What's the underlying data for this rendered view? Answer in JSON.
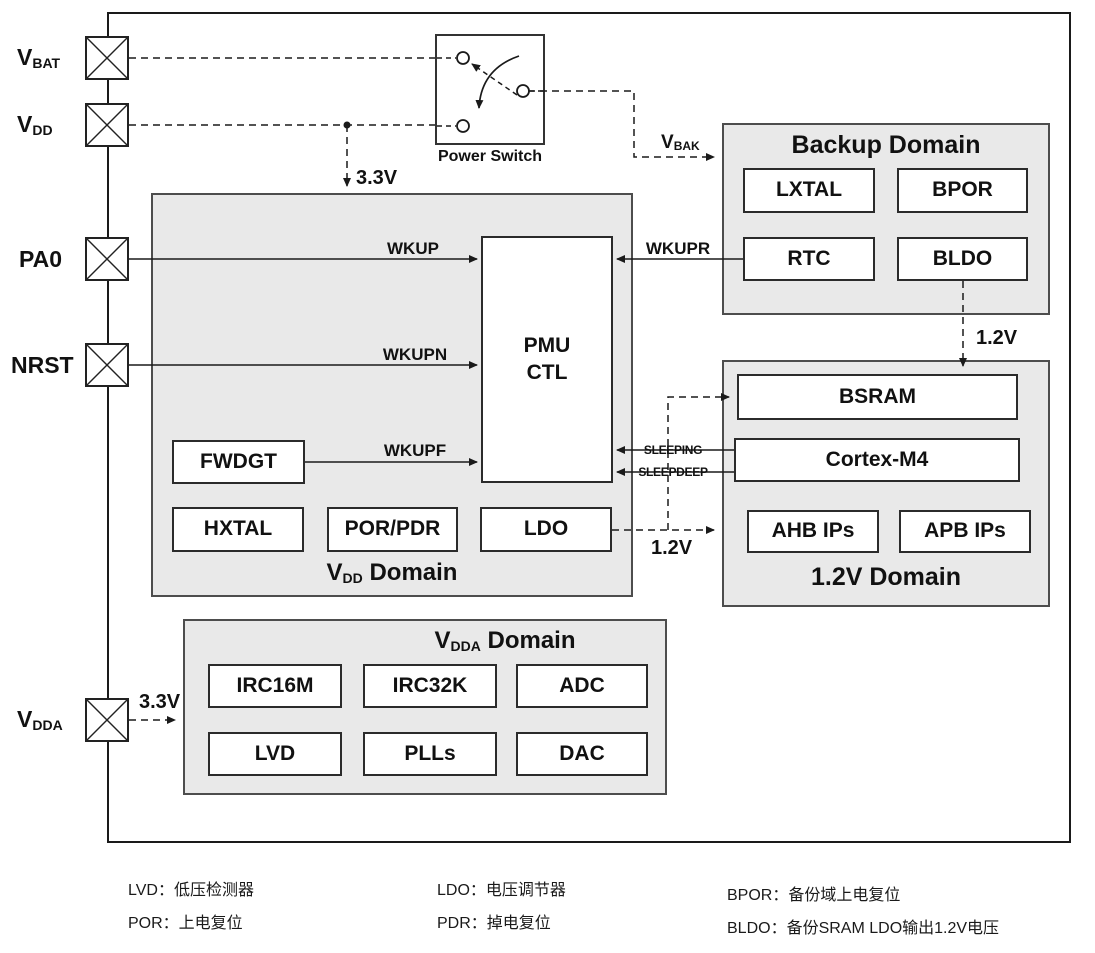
{
  "pins": [
    {
      "main": "V",
      "sub": "BAT"
    },
    {
      "main": "V",
      "sub": "DD"
    },
    {
      "main": "PA0",
      "sub": ""
    },
    {
      "main": "NRST",
      "sub": ""
    },
    {
      "main": "V",
      "sub": "DDA"
    }
  ],
  "power_switch_label": "Power Switch",
  "domains": {
    "vdd": {
      "title_pre": "V",
      "title_sub": "DD",
      "title_post": " Domain"
    },
    "backup": {
      "title": "Backup Domain"
    },
    "v12": {
      "title": "1.2V Domain"
    },
    "vdda": {
      "title_pre": "V",
      "title_sub": "DDA",
      "title_post": " Domain"
    }
  },
  "blocks": {
    "pmu": "PMU\nCTL",
    "fwdgt": "FWDGT",
    "hxtal": "HXTAL",
    "porpdr": "POR/PDR",
    "ldo": "LDO",
    "lxtal": "LXTAL",
    "bpor": "BPOR",
    "rtc": "RTC",
    "bldo": "BLDO",
    "bsram": "BSRAM",
    "cortex": "Cortex-M4",
    "ahb": "AHB IPs",
    "apb": "APB IPs",
    "irc16m": "IRC16M",
    "irc32k": "IRC32K",
    "adc": "ADC",
    "lvd": "LVD",
    "plls": "PLLs",
    "dac": "DAC"
  },
  "signals": {
    "v33_top": "3.3V",
    "v33_vdda": "3.3V",
    "vbak_pre": "V",
    "vbak_sub": "BAK",
    "wkup": "WKUP",
    "wkupn": "WKUPN",
    "wkupf": "WKUPF",
    "wkupr": "WKUPR",
    "sleeping": "SLEEPING",
    "sleepdeep": "SLEEPDEEP",
    "v12_ldo": "1.2V",
    "v12_bldo": "1.2V"
  },
  "legend": [
    {
      "text": "LVD：低压检测器"
    },
    {
      "text": "POR：上电复位"
    },
    {
      "text": "LDO：电压调节器"
    },
    {
      "text": "PDR：掉电复位"
    },
    {
      "text": "BPOR：备份域上电复位"
    },
    {
      "text": "BLDO：备份SRAM LDO输出1.2V电压"
    }
  ],
  "colors": {
    "domain_fill": "#e9e9e9",
    "domain_border": "#4d4d4d",
    "line": "#1a1a1a"
  }
}
